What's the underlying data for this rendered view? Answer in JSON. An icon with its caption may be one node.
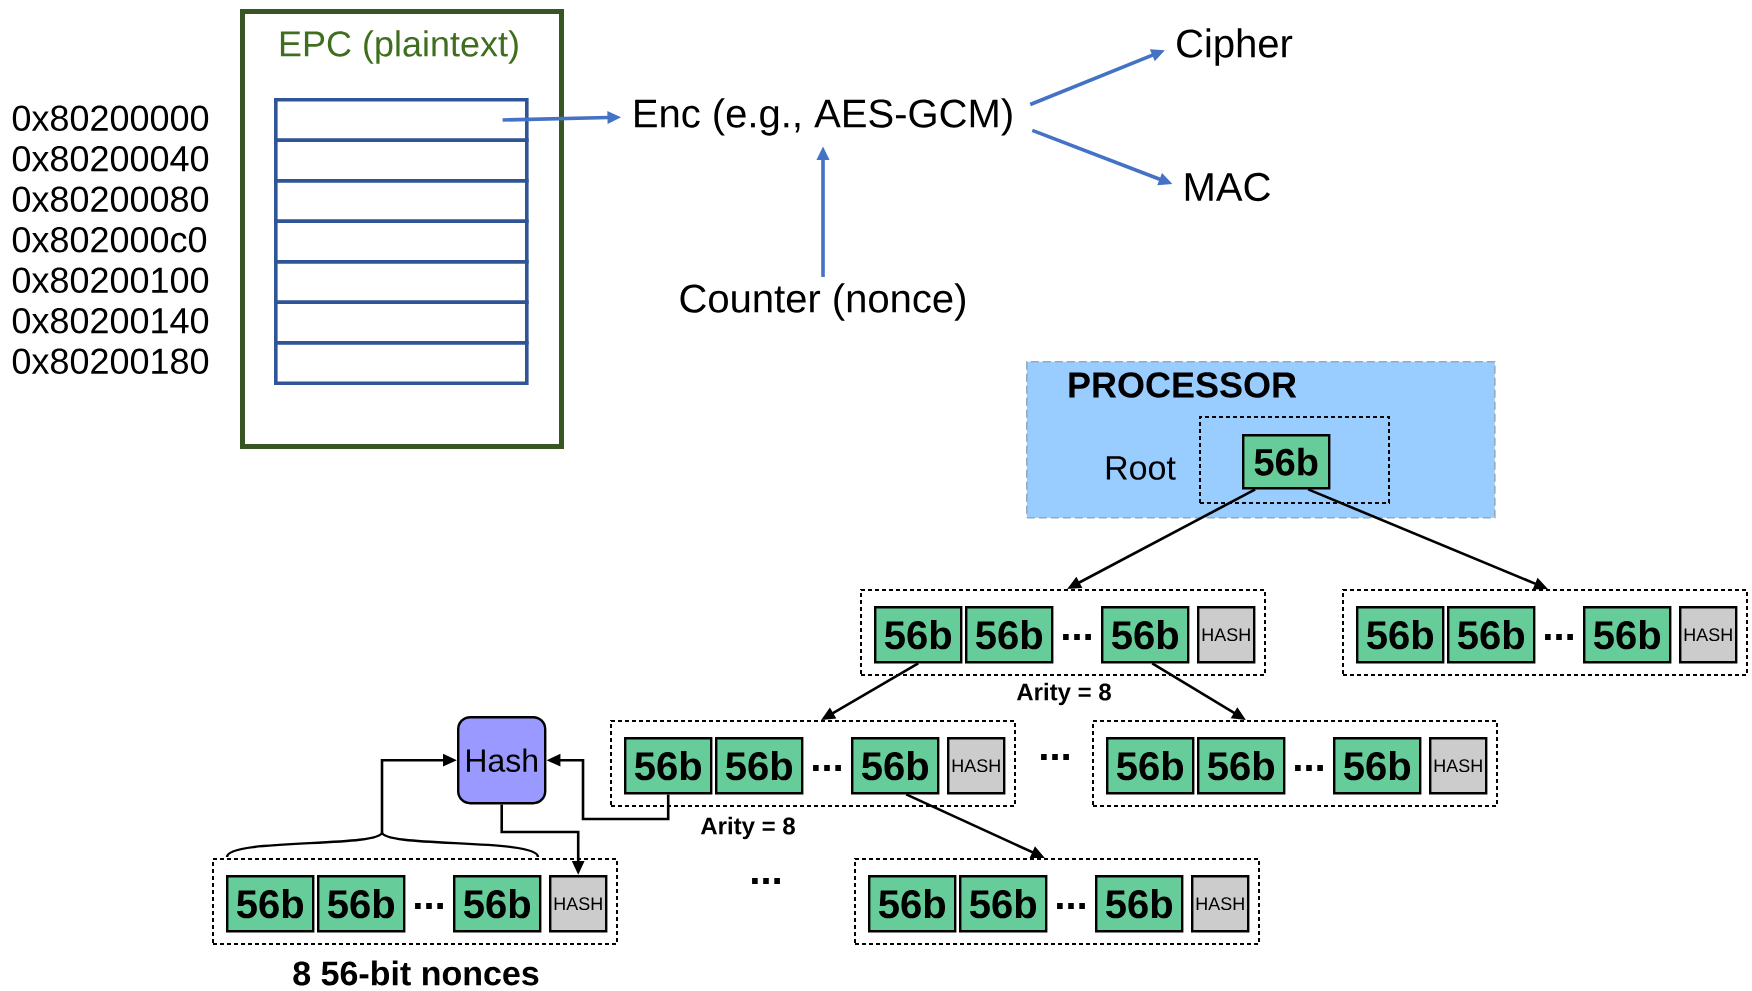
{
  "diagram": {
    "nodes": [
      {
        "text": [
          "EPC (plaintext)"
        ]
      },
      {
        "text": [],
        "shape": "box",
        "in": 0,
        "beside": [
          "0x80200000"
        ]
      },
      {
        "text": [],
        "shape": "box",
        "in": 0,
        "beside": [
          "0x80200040"
        ]
      },
      {
        "text": [],
        "shape": "box",
        "in": 0,
        "beside": [
          "0x80200080"
        ]
      },
      {
        "text": [],
        "shape": "box",
        "in": 0,
        "beside": [
          "0x802000c0"
        ]
      },
      {
        "text": [],
        "shape": "box",
        "in": 0,
        "beside": [
          "0x80200100"
        ]
      },
      {
        "text": [],
        "shape": "box",
        "in": 0,
        "beside": [
          "0x80200140"
        ]
      },
      {
        "text": [],
        "shape": "box",
        "in": 0,
        "beside": [
          "0x80200180"
        ]
      },
      {
        "text": [
          "Enc (e.g., AES-GCM)"
        ]
      },
      {
        "text": [
          "Cipher"
        ]
      },
      {
        "text": [
          "MAC"
        ]
      },
      {
        "text": [
          "Counter (nonce)"
        ]
      },
      {
        "text": [
          "PROCESSOR"
        ]
      },
      {
        "text": [],
        "shape": "box",
        "in": 12
      },
      {
        "text": [
          "56b"
        ],
        "in": 13
      },
      {
        "text": [
          "..."
        ]
      },
      {
        "text": [
          "56b"
        ],
        "in": 15
      },
      {
        "text": [
          "56b"
        ],
        "in": 15
      },
      {
        "text": [
          "56b"
        ],
        "in": 15
      },
      {
        "text": [
          "HASH"
        ],
        "in": 15
      },
      {
        "text": [
          "..."
        ]
      },
      {
        "text": [
          "56b"
        ],
        "in": 20
      },
      {
        "text": [
          "56b"
        ],
        "in": 20
      },
      {
        "text": [
          "56b"
        ],
        "in": 20
      },
      {
        "text": [
          "HASH"
        ],
        "in": 20
      },
      {
        "text": [
          "..."
        ]
      },
      {
        "text": [
          "56b"
        ],
        "in": 25
      },
      {
        "text": [
          "56b"
        ],
        "in": 25
      },
      {
        "text": [
          "56b"
        ],
        "in": 25
      },
      {
        "text": [
          "HASH"
        ],
        "in": 25
      },
      {
        "text": [
          "..."
        ]
      },
      {
        "text": [
          "56b"
        ],
        "in": 30
      },
      {
        "text": [
          "56b"
        ],
        "in": 30
      },
      {
        "text": [
          "56b"
        ],
        "in": 30
      },
      {
        "text": [
          "HASH"
        ],
        "in": 30
      },
      {
        "text": [
          "Hash"
        ]
      },
      {
        "text": [
          "..."
        ],
        "beside": [
          "8 56-bit nonces"
        ]
      },
      {
        "text": [
          "56b"
        ],
        "in": 36
      },
      {
        "text": [
          "56b"
        ],
        "in": 36
      },
      {
        "text": [
          "56b"
        ],
        "in": 36
      },
      {
        "text": [
          "HASH"
        ],
        "in": 36
      },
      {
        "text": [
          "..."
        ]
      },
      {
        "text": [
          "56b"
        ],
        "in": 41
      },
      {
        "text": [
          "56b"
        ],
        "in": 41
      },
      {
        "text": [
          "56b"
        ],
        "in": 41
      },
      {
        "text": [
          "HASH"
        ],
        "in": 41
      }
    ],
    "edges": [
      {
        "from": 1,
        "to": 8,
        "arrow": "to",
        "color": "#4472c4"
      },
      {
        "from": 8,
        "to": 9,
        "arrow": "to",
        "color": "#4472c4"
      },
      {
        "from": 8,
        "to": 10,
        "arrow": "to",
        "color": "#4472c4"
      },
      {
        "from": 11,
        "to": 8,
        "arrow": "to",
        "color": "#4472c4"
      },
      {
        "from": 14,
        "to": 15,
        "arrow": "to"
      },
      {
        "from": 14,
        "to": 20,
        "arrow": "to"
      },
      {
        "from": 16,
        "to": 25,
        "arrow": "to"
      },
      {
        "from": 18,
        "to": 30,
        "arrow": "to"
      },
      {
        "from": 26,
        "to": 35,
        "arrow": "to"
      },
      {
        "from": 28,
        "to": 41,
        "arrow": "to"
      },
      {
        "from": 36,
        "to": 35,
        "arrow": "to"
      },
      {
        "from": 35,
        "to": 40,
        "arrow": "to"
      }
    ],
    "labels": [
      "Root",
      "Arity = 8",
      "Arity = 8",
      "...",
      "..."
    ]
  }
}
